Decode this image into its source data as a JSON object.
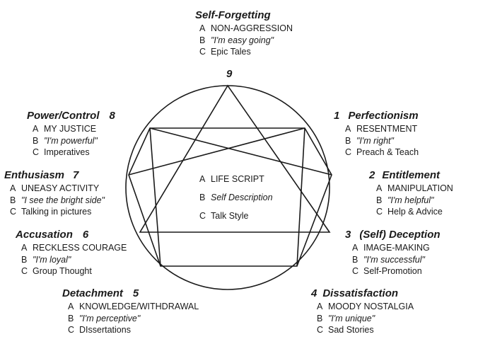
{
  "types": {
    "t9": {
      "title": "Self-Forgetting",
      "a": "NON-AGGRESSION",
      "b": "\"I'm easy going\"",
      "c": "Epic Tales"
    },
    "t8": {
      "title": "Power/Control",
      "number": "8",
      "a": "MY JUSTICE",
      "b": "\"I'm powerful\"",
      "c": "Imperatives"
    },
    "t7": {
      "title": "Enthusiasm",
      "number": "7",
      "a": "UNEASY ACTIVITY",
      "b": "\"I see the bright side\"",
      "c": "Talking in pictures"
    },
    "t6": {
      "title": "Accusation",
      "number": "6",
      "a": "RECKLESS COURAGE",
      "b": "\"I'm loyal\"",
      "c": "Group Thought"
    },
    "t5": {
      "title": "Detachment",
      "number": "5",
      "a": "KNOWLEDGE/WITHDRAWAL",
      "b": "\"I'm perceptive\"",
      "c": "DIssertations"
    },
    "t1": {
      "title": "Perfectionism",
      "number": "1",
      "a": "RESENTMENT",
      "b": "\"I'm right\"",
      "c": "Preach & Teach"
    },
    "t2": {
      "title": "Entitlement",
      "number": "2",
      "a": "MANIPULATION",
      "b": "\"I'm helpful\"",
      "c": "Help & Advice"
    },
    "t3": {
      "title": "(Self) Deception",
      "number": "3",
      "a": "IMAGE-MAKING",
      "b": "\"I'm successful\"",
      "c": "Self-Promotion"
    },
    "t4": {
      "title": "Dissatisfaction",
      "number": "4",
      "a": "MOODY NOSTALGIA",
      "b": "\"I'm unique\"",
      "c": "Sad Stories"
    }
  },
  "top_number": "9",
  "letters": {
    "a": "A",
    "b": "B",
    "c": "C"
  },
  "center": {
    "a": "LIFE SCRIPT",
    "b": "Self Description",
    "c": "Talk Style"
  }
}
